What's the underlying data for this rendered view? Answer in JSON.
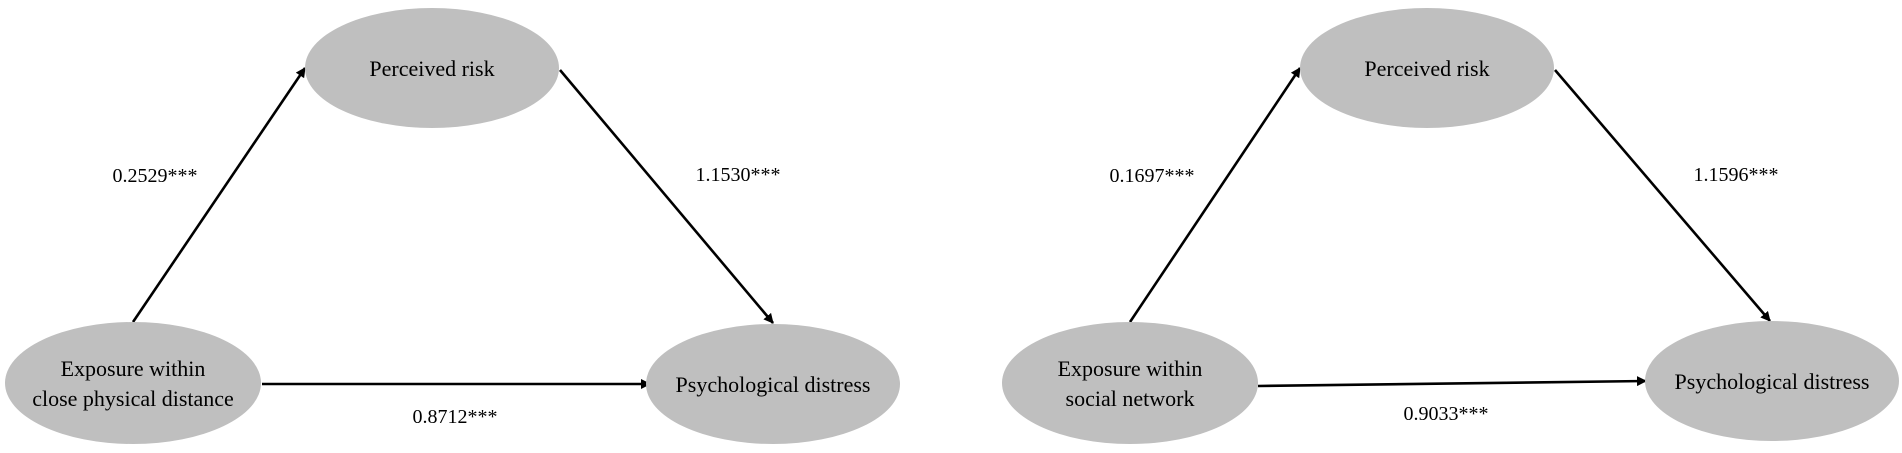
{
  "panels": [
    {
      "mediator": "Perceived risk",
      "exposure": [
        "Exposure within",
        "close physical distance"
      ],
      "outcome": "Psychological distress",
      "coef_a": "0.2529***",
      "coef_b": "1.1530***",
      "coef_c": "0.8712***"
    },
    {
      "mediator": "Perceived risk",
      "exposure": [
        "Exposure within",
        "social network"
      ],
      "outcome": "Psychological distress",
      "coef_a": "0.1697***",
      "coef_b": "1.1596***",
      "coef_c": "0.9033***"
    }
  ],
  "colors": {
    "node_fill": "#bfbfbf",
    "arrow": "#000000"
  }
}
